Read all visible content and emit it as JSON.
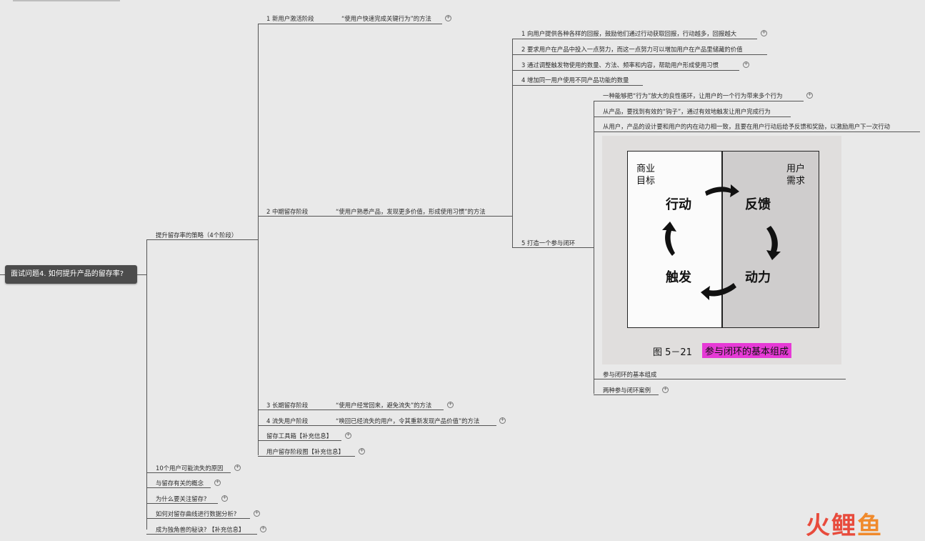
{
  "root": {
    "label": "面试问题4. 如何提升产品的留存率?"
  },
  "level1": {
    "strategy": "提升留存率的策略（4个阶段）",
    "reasons": "10个用户可能流失的原因",
    "concepts": "与留存有关的概念",
    "why": "为什么要关注留存?",
    "analysis": "如何对留存曲线进行数据分析?",
    "unicorn": "成为独角兽的秘诀? 【补充信息】"
  },
  "stages": {
    "s1_label": "1 新用户激活阶段",
    "s1_note": "“使用户快速完成关键行为”的方法",
    "s2_label": "2 中期留存阶段",
    "s2_note": "“使用户熟悉产品，发现更多价值，形成使用习惯”的方法",
    "s3_label": "3 长期留存阶段",
    "s3_note": "“使用户经常回来，避免流失”的方法",
    "s4_label": "4 流失用户阶段",
    "s4_note": "“唤回已经流失的用户，令其重新发现产品价值”的方法",
    "toolbox": "留存工具箱【补充信息】",
    "stage_map": "用户留存阶段图【补充信息】"
  },
  "mid": {
    "m1": "1 向用户提供各种各样的回报，鼓励他们通过行动获取回报，行动越多，回报越大",
    "m2": "2 要求用户在产品中投入一点努力，而这一点努力可以增加用户在产品里储藏的价值",
    "m3": "3 通过调整触发物使用的数量、方法、频率和内容，帮助用户形成使用习惯",
    "m4": "4 增加同一用户使用不同产品功能的数量",
    "m5": "5 打造一个参与闭环"
  },
  "loop": {
    "l1": "一种能够把“行为”放大的良性循环，让用户的一个行为带来多个行为",
    "l2": "从产品，要找到有效的“钩子”，通过有效地触发让用户完成行为",
    "l3": "从用户，产品的设计要和用户的内在动力相一致，且要在用户行动后给予反馈和奖励，以激励用户下一次行动",
    "l4": "参与闭环的基本组成",
    "l5": "两种参与闭环案例"
  },
  "figure": {
    "biz_goal_1": "商业",
    "biz_goal_2": "目标",
    "user_need_1": "用户",
    "user_need_2": "需求",
    "action": "行动",
    "feedback": "反馈",
    "trigger": "触发",
    "motivation": "动力",
    "caption_num": "图 5－21",
    "caption_text": "参与闭环的基本组成"
  },
  "logo": {
    "c1": "火",
    "c2": "鲤",
    "c3": "鱼"
  },
  "colors": {
    "root_bg": "#4c4c4c",
    "highlight": "#e63ad6",
    "logo_red": "#e84b3c",
    "logo_orange": "#f08a2c"
  },
  "icons": {
    "collapse": "plus-circle-icon"
  }
}
